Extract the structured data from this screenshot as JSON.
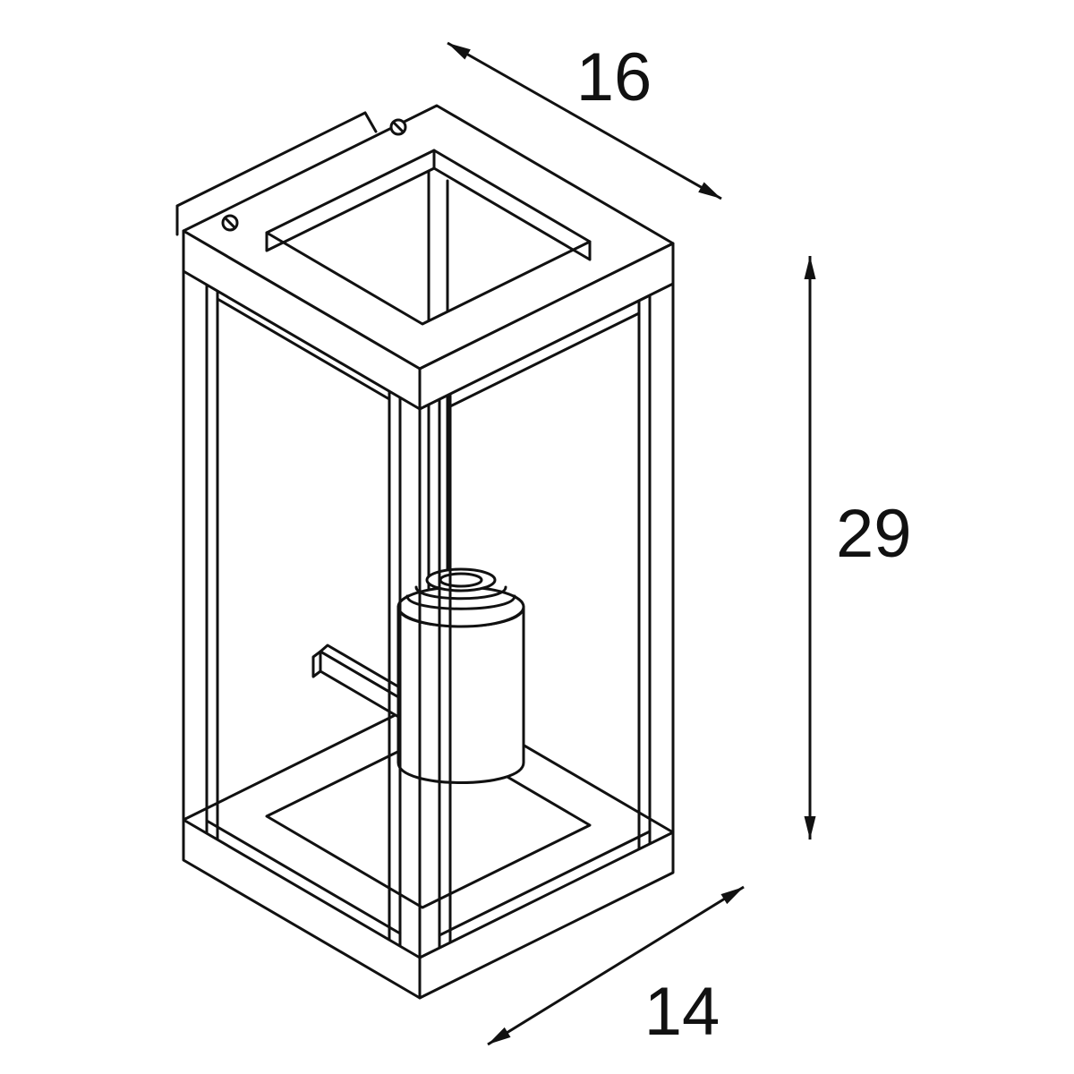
{
  "diagram": {
    "type": "technical-dimension-drawing",
    "subject": "wall-mounted cage lantern light fixture with lamp socket",
    "dimensions": {
      "width": "16",
      "height": "29",
      "depth": "14"
    },
    "colors": {
      "line": "#111111",
      "background": "#ffffff"
    }
  }
}
